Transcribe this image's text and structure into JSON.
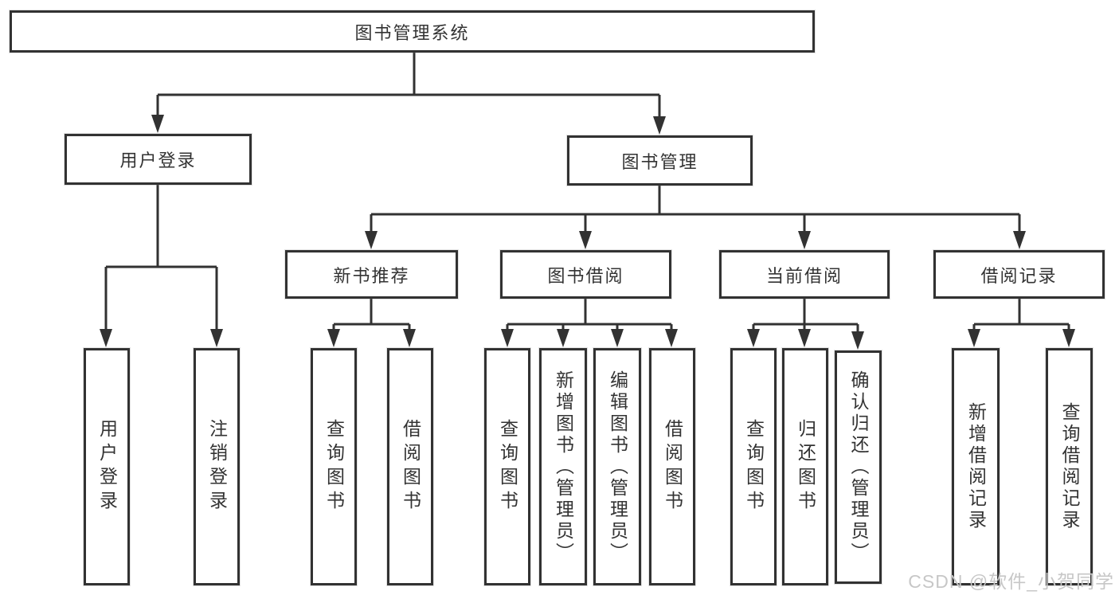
{
  "diagram": {
    "root": {
      "label": "图书管理系统"
    },
    "level2": {
      "user_login": {
        "label": "用户登录"
      },
      "book_management": {
        "label": "图书管理"
      }
    },
    "level3": {
      "new_book_recommend": {
        "label": "新书推荐"
      },
      "book_borrow": {
        "label": "图书借阅"
      },
      "current_borrow": {
        "label": "当前借阅"
      },
      "borrow_records": {
        "label": "借阅记录"
      }
    },
    "leaves": {
      "user_login": [
        "用户登录",
        "注销登录"
      ],
      "new_book": [
        "查询图书",
        "借阅图书"
      ],
      "book_borrow": [
        "查询图书",
        "新增图书（管理员）",
        "编辑图书（管理员）",
        "借阅图书"
      ],
      "current_borrow": [
        "查询图书",
        "归还图书",
        "确认归还（管理员）"
      ],
      "borrow_records": [
        "新增借阅记录",
        "查询借阅记录"
      ]
    }
  },
  "watermark": {
    "text": "CSDN @软件_小贺同学"
  },
  "colors": {
    "line": "#323232",
    "text": "#333333",
    "background": "#ffffff",
    "watermark": "#c7c7c7"
  }
}
